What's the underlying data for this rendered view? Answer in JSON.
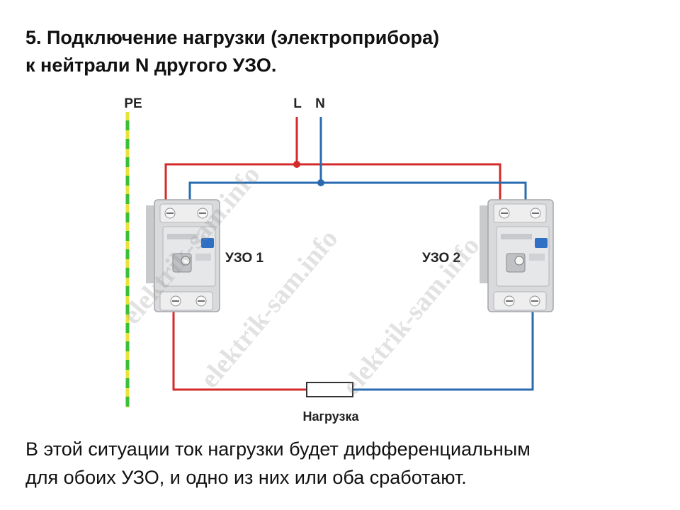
{
  "title": {
    "line1": "5. Подключение нагрузки (электроприбора)",
    "line2": "к нейтрали N другого УЗО."
  },
  "labels": {
    "pe": "PE",
    "l": "L",
    "n": "N",
    "rcd1": "УЗО 1",
    "rcd2": "УЗО 2",
    "load": "Нагрузка"
  },
  "watermark": "elektrik-sam.info",
  "caption": {
    "line1": "В этой ситуации ток нагрузки будет дифференциальным",
    "line2": "для обоих УЗО, и одно из них или оба сработают."
  },
  "colors": {
    "phase_wire": "#d42a2a",
    "neutral_wire": "#2a6bb0",
    "pe_green": "#3bbf3b",
    "pe_yellow": "#e8e23a",
    "device_body": "#d9dadc",
    "test_button": "#2f6fc4"
  }
}
